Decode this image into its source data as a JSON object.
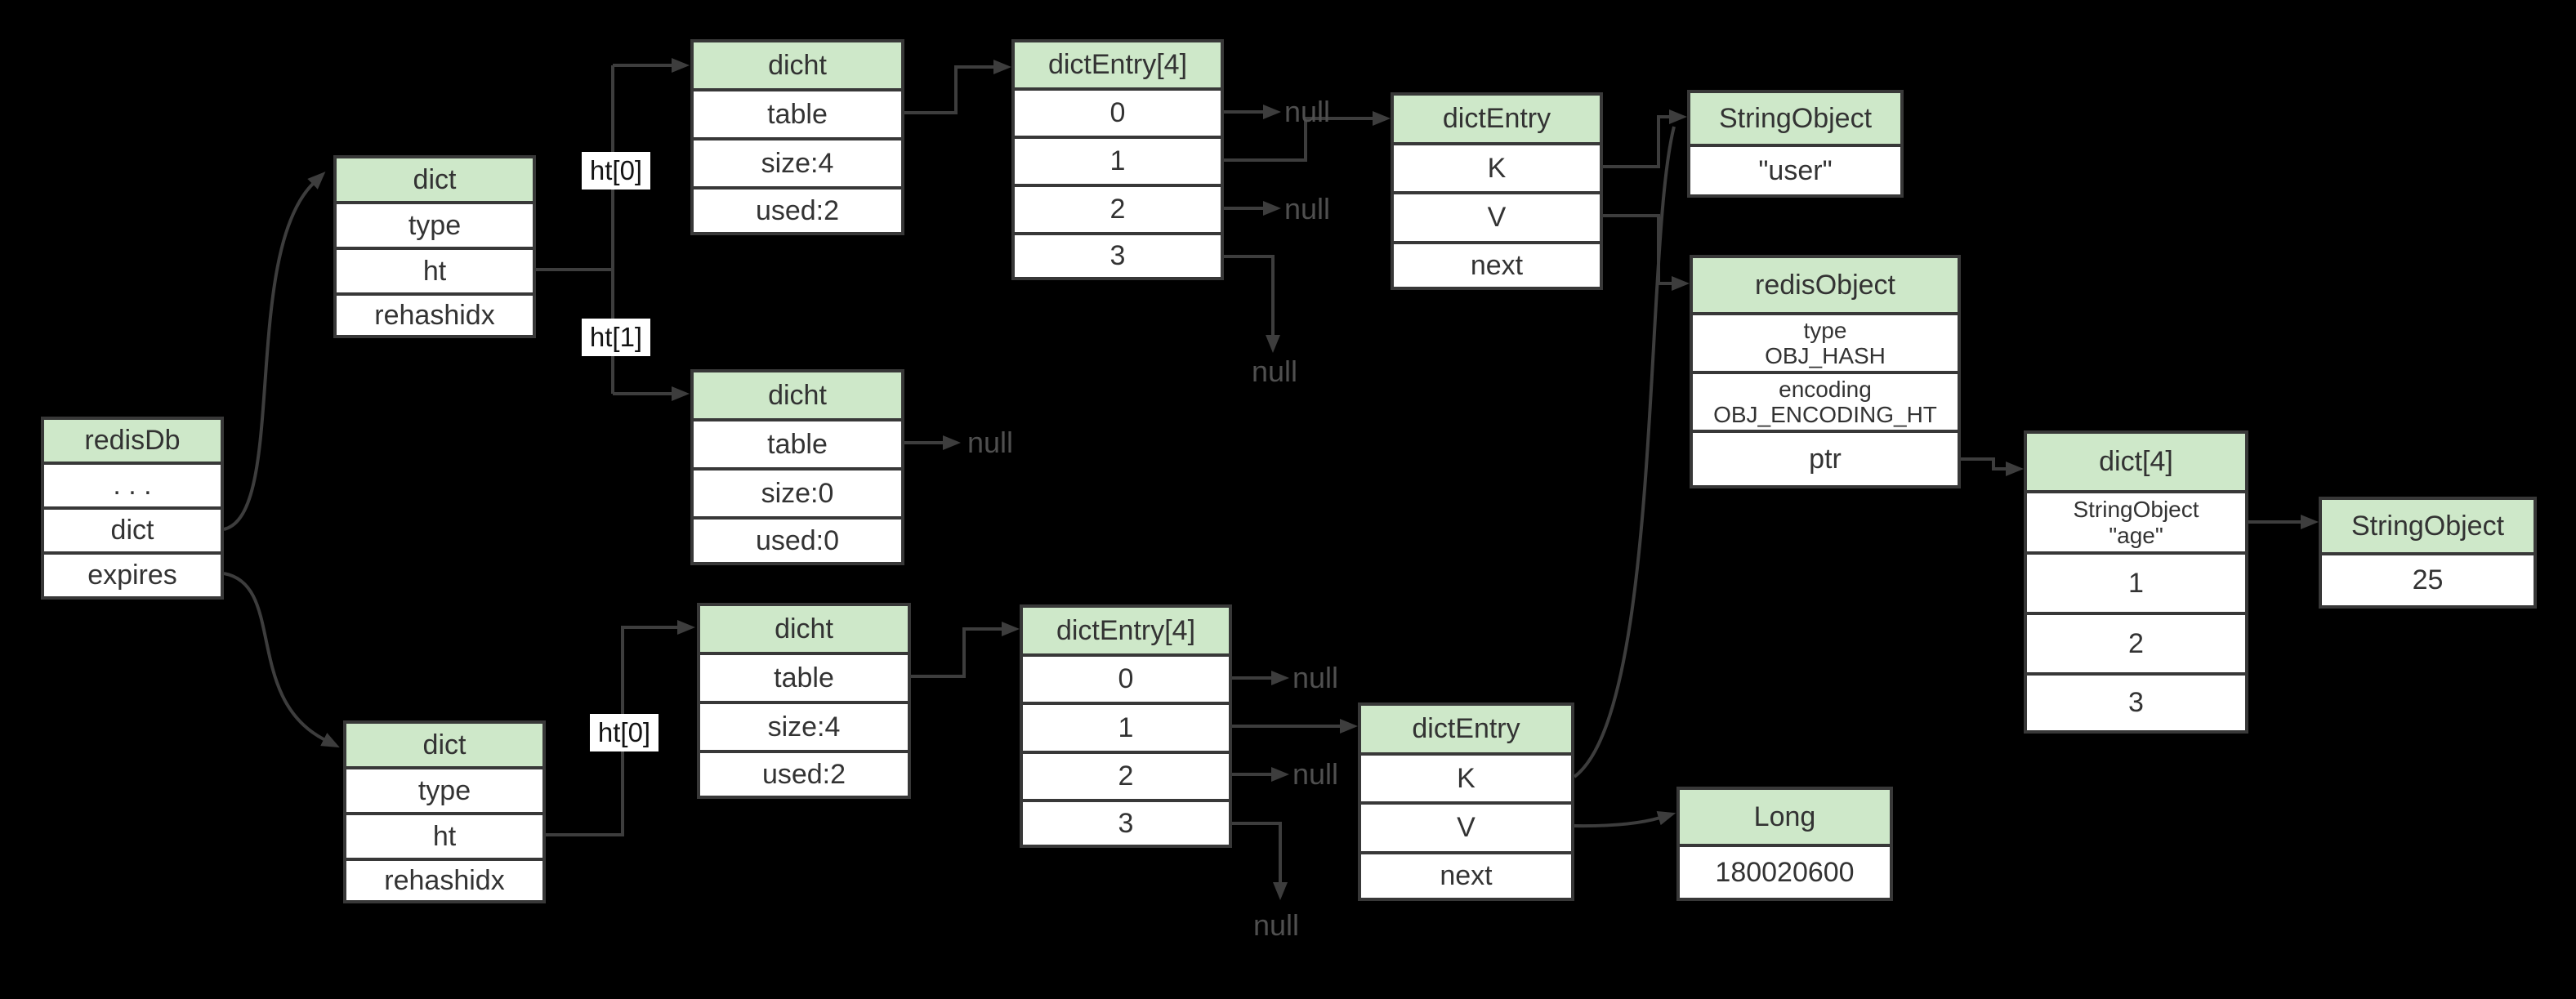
{
  "diagram": {
    "colors": {
      "background": "#000000",
      "header_fill": "#cee8c9",
      "cell_fill": "#ffffff",
      "border": "#383838",
      "line": "#3d3d3d",
      "box_text": "#333333",
      "null_text": "#4f4f4f"
    },
    "boxes": {
      "redisdb": {
        "title": "redisDb",
        "rows": [
          ". . .",
          "dict",
          "expires"
        ]
      },
      "dict_top": {
        "title": "dict",
        "rows": [
          "type",
          "ht",
          "rehashidx"
        ]
      },
      "dicht_ht0_top": {
        "title": "dicht",
        "rows": [
          "table",
          "size:4",
          "used:2"
        ]
      },
      "dicht_ht1_top": {
        "title": "dicht",
        "rows": [
          "table",
          "size:0",
          "used:0"
        ]
      },
      "dictentry4_top": {
        "title": "dictEntry[4]",
        "rows": [
          "0",
          "1",
          "2",
          "3"
        ]
      },
      "dictentry_top": {
        "title": "dictEntry",
        "rows": [
          "K",
          "V",
          "next"
        ]
      },
      "stringobject_user": {
        "title": "StringObject",
        "rows": [
          "\"user\""
        ]
      },
      "redisobject": {
        "title": "redisObject",
        "rows": [
          "type\nOBJ_HASH",
          "encoding\nOBJ_ENCODING_HT",
          "ptr"
        ]
      },
      "dict4": {
        "title": "dict[4]",
        "rows": [
          "StringObject\n\"age\"",
          "1",
          "2",
          "3"
        ]
      },
      "stringobject_25": {
        "title": "StringObject",
        "rows": [
          "25"
        ]
      },
      "dict_bottom": {
        "title": "dict",
        "rows": [
          "type",
          "ht",
          "rehashidx"
        ]
      },
      "dicht_bottom": {
        "title": "dicht",
        "rows": [
          "table",
          "size:4",
          "used:2"
        ]
      },
      "dictentry4_bottom": {
        "title": "dictEntry[4]",
        "rows": [
          "0",
          "1",
          "2",
          "3"
        ]
      },
      "dictentry_bottom": {
        "title": "dictEntry",
        "rows": [
          "K",
          "V",
          "next"
        ]
      },
      "long": {
        "title": "Long",
        "rows": [
          "180020600"
        ]
      }
    },
    "labels": {
      "ht0": "ht[0]",
      "ht1": "ht[1]"
    },
    "null_text": "null"
  }
}
